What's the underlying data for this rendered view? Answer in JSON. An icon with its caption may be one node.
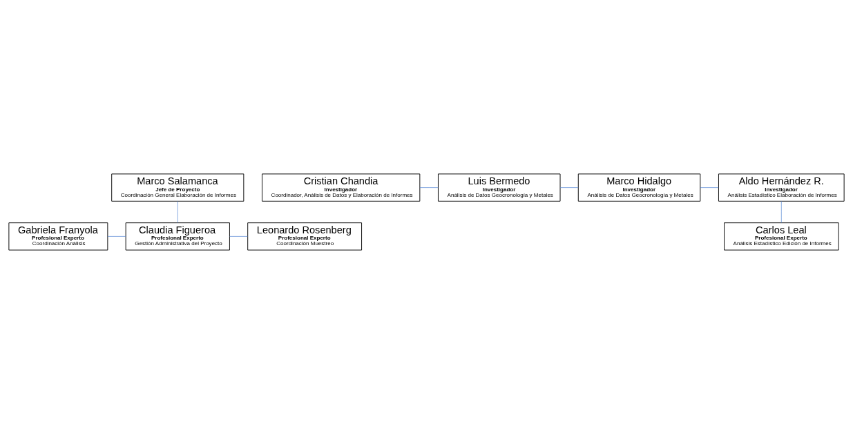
{
  "diagram": {
    "nodes": [
      {
        "text": [
          "Marco Salamanca",
          "Jefe de Proyecto",
          "Coordinación General Elaboración de Informes"
        ]
      },
      {
        "text": [
          "Cristian Chandia",
          "Investigador",
          "Coordinador, Análisis de Datos y Elaboración de Informes"
        ]
      },
      {
        "text": [
          "Luis Bermedo",
          "Investigador",
          "Análisis de Datos Geocronología y Metales"
        ]
      },
      {
        "text": [
          "Marco Hidalgo",
          "Investigador",
          "Análisis de Datos Geocronología y Metales"
        ]
      },
      {
        "text": [
          "Aldo Hernández R.",
          "Investigador",
          "Análisis Estadístico Elaboración de Informes"
        ]
      },
      {
        "text": [
          "Gabriela Franyola",
          "Profesional Experto",
          "Coordinación Análisis"
        ]
      },
      {
        "text": [
          "Claudia Figueroa",
          "Profesional Experto",
          "Gestión Administrativa del Proyecto"
        ]
      },
      {
        "text": [
          "Leonardo Rosenberg",
          "Profesional Experto",
          "Coordinación Muestreo"
        ]
      },
      {
        "text": [
          "Carlos Leal",
          "Profesional Experto",
          "Análisis Estadístico Edición de Informes"
        ]
      }
    ],
    "edges": [
      {
        "from": 0,
        "to": 6,
        "arrow": "none"
      },
      {
        "from": 2,
        "to": 3,
        "arrow": "none"
      },
      {
        "from": 1,
        "to": 2,
        "arrow": "none"
      },
      {
        "from": 3,
        "to": 4,
        "arrow": "none"
      },
      {
        "from": 5,
        "to": 6,
        "arrow": "none"
      },
      {
        "from": 6,
        "to": 7,
        "arrow": "none"
      },
      {
        "from": 4,
        "to": 8,
        "arrow": "none"
      }
    ]
  }
}
